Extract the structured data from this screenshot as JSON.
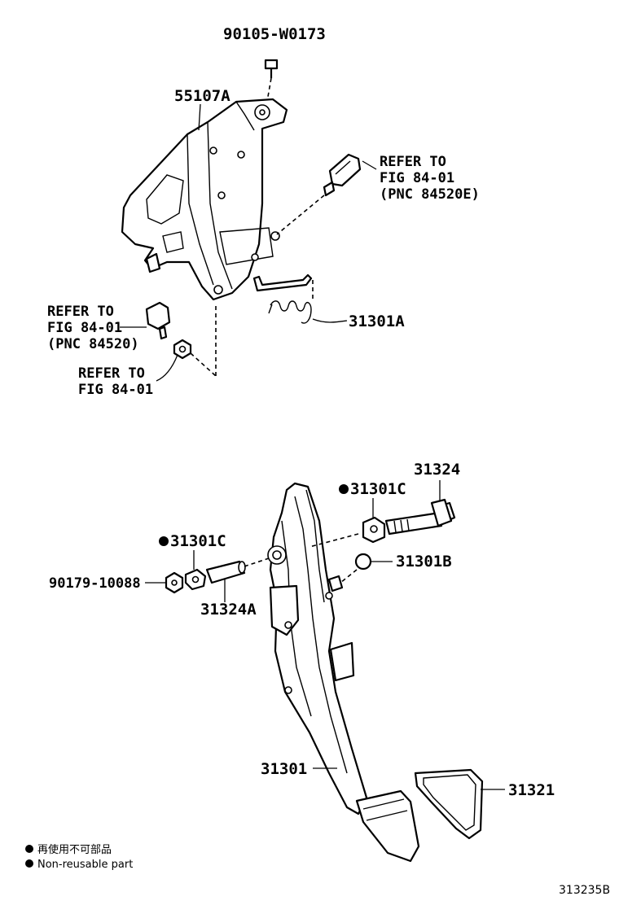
{
  "labels": {
    "bolt_top": "90105-W0173",
    "bracket": "55107A",
    "refer_switch_top": [
      "REFER TO",
      "FIG 84-01",
      "(PNC 84520E)"
    ],
    "spring": "31301A",
    "refer_switch_left": [
      "REFER TO",
      "FIG 84-01",
      "(PNC 84520)"
    ],
    "refer_nut": [
      "REFER TO",
      "FIG 84-01"
    ],
    "pivot_bolt": "31324",
    "bushing_right": "31301C",
    "bushing_left": "31301C",
    "cushion": "31301B",
    "nut": "90179-10088",
    "collar": "31324A",
    "pedal_arm": "31301",
    "pedal_pad": "31321"
  },
  "legend": {
    "line_jp": "再使用不可部品",
    "line_en": "Non-reusable part"
  },
  "figure_code": "313235B"
}
